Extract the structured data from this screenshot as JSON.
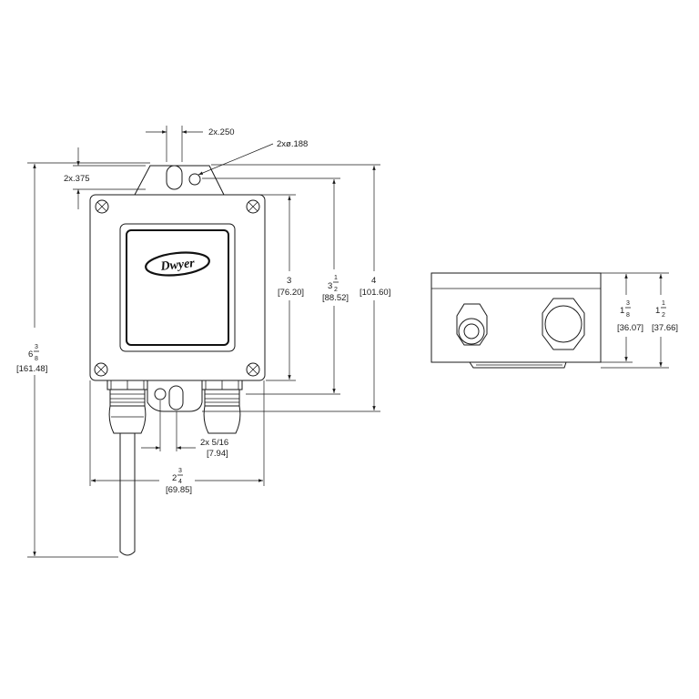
{
  "colors": {
    "line": "#1a1a1a",
    "background": "#ffffff"
  },
  "brand": {
    "logo_text": "Dwyer"
  },
  "dimensions": {
    "top_slot_width": "2x.250",
    "mounting_hole_diameter": "2xø.188",
    "top_slot_depth": "2x.375",
    "overall_height": {
      "whole": "6",
      "num": "3",
      "den": "8",
      "metric": "[161.48]"
    },
    "overall_width": {
      "whole": "2",
      "num": "3",
      "den": "4",
      "metric": "[69.85]"
    },
    "bottom_slot": {
      "text": "2x  5/16",
      "metric": "[7.94]"
    },
    "cover_height": {
      "whole": "3",
      "metric": "[76.20]"
    },
    "mount_height": {
      "whole": "3",
      "num": "1",
      "den": "2",
      "metric": "[88.52]"
    },
    "housing_height": {
      "whole": "4",
      "metric": "[101.60]"
    },
    "side_height_1": {
      "whole": "1",
      "num": "3",
      "den": "8",
      "metric": "[36.07]"
    },
    "side_height_2": {
      "whole": "1",
      "num": "1",
      "den": "2",
      "metric": "[37.66]"
    }
  }
}
